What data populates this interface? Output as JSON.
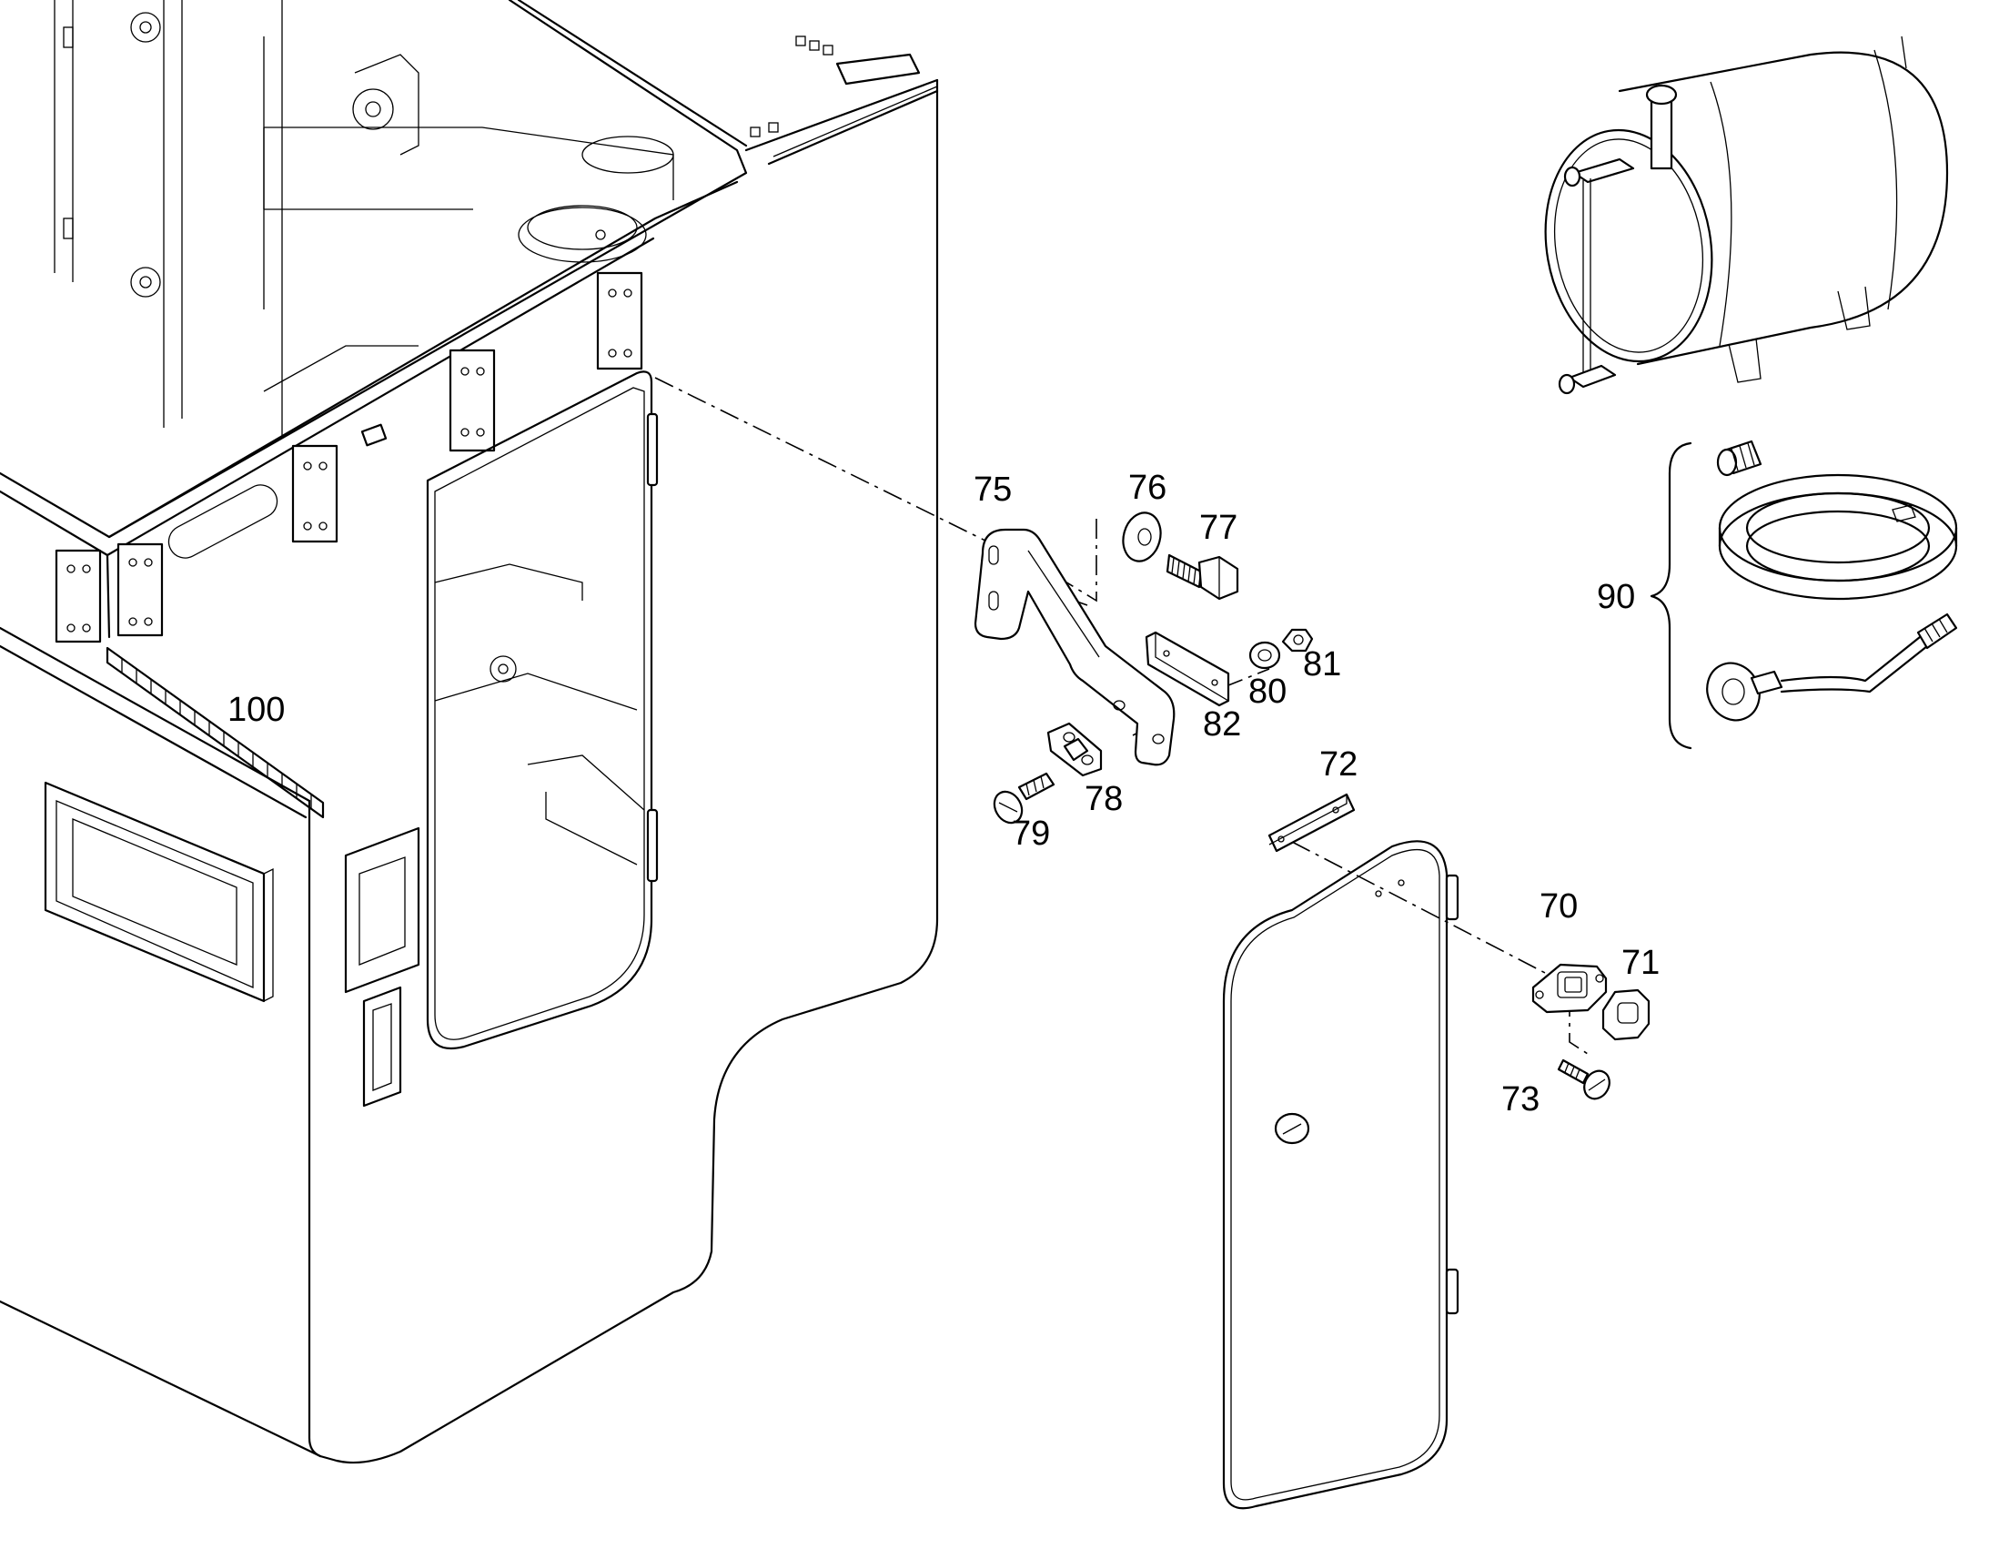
{
  "labels": {
    "l70": "70",
    "l71": "71",
    "l72": "72",
    "l73": "73",
    "l75": "75",
    "l76": "76",
    "l77": "77",
    "l78": "78",
    "l79": "79",
    "l80": "80",
    "l81": "81",
    "l82": "82",
    "l90": "90",
    "l100": "100"
  }
}
